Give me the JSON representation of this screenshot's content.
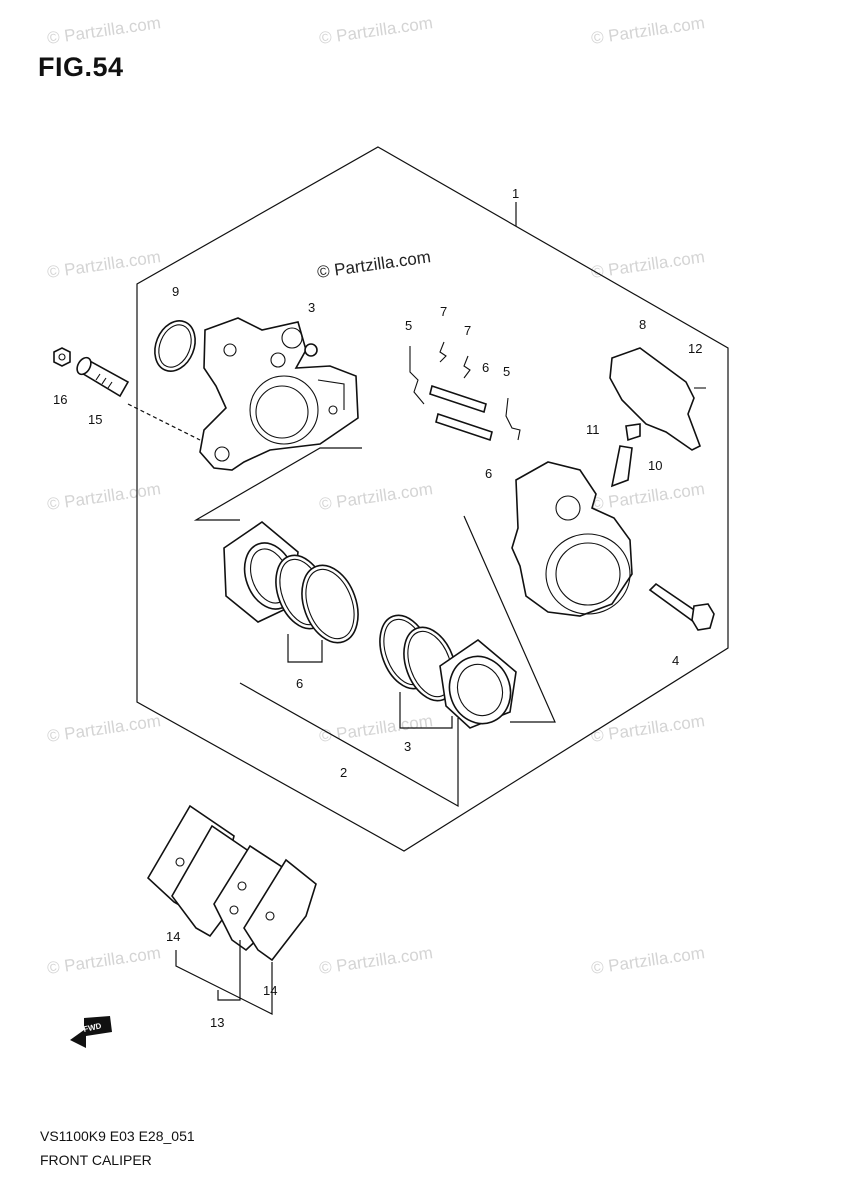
{
  "figure": {
    "title": "FIG.54",
    "model_code": "VS1100K9 E03 E28_051",
    "name": "FRONT CALIPER"
  },
  "watermark": {
    "text": "© Partzilla.com",
    "color": "#d4d4d4"
  },
  "callouts": {
    "c1": "1",
    "c2": "2",
    "c3a": "3",
    "c3b": "3",
    "c4": "4",
    "c5a": "5",
    "c5b": "5",
    "c6a": "6",
    "c6b": "6",
    "c7a": "7",
    "c7b": "7",
    "c8": "8",
    "c9": "9",
    "c10": "10",
    "c11": "11",
    "c12": "12",
    "c13": "13",
    "c14a": "14",
    "c14b": "14",
    "c15": "15",
    "c16": "16",
    "c6c": "6"
  },
  "fwd_label": "FWD"
}
